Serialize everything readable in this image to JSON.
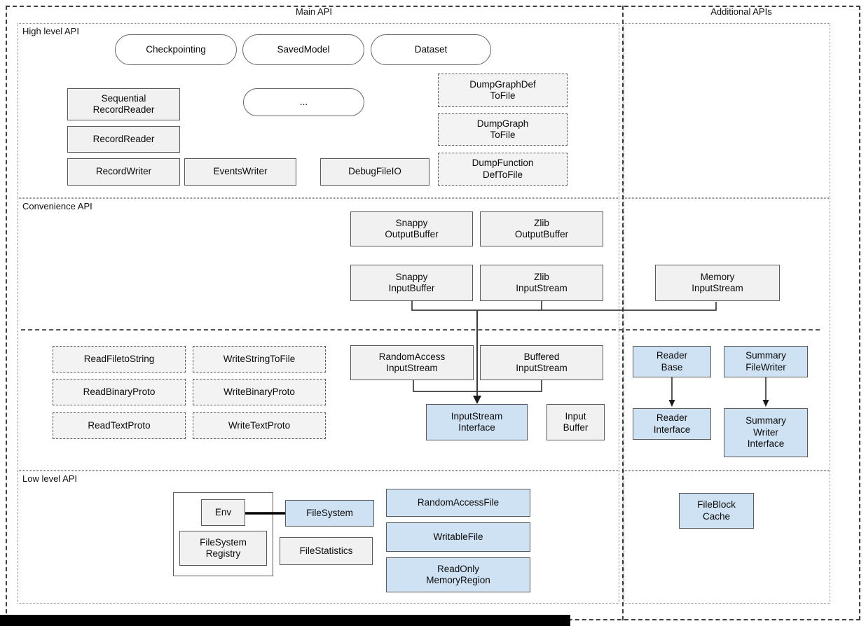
{
  "headers": {
    "main": "Main API",
    "additional": "Additional APIs"
  },
  "sections": {
    "high": "High level API",
    "convenience": "Convenience API",
    "low": "Low level API"
  },
  "colors": {
    "gray_box_fill": "#f1f1f1",
    "blue_box_fill": "#cfe2f3",
    "box_border": "#595959",
    "connector": "#3c3c3c"
  },
  "nodes": {
    "checkpointing": "Checkpointing",
    "saved_model": "SavedModel",
    "dataset": "Dataset",
    "ellipsis": "...",
    "sequential_record_reader": "Sequential\nRecordReader",
    "record_reader": "RecordReader",
    "record_writer": "RecordWriter",
    "events_writer": "EventsWriter",
    "debug_file_io": "DebugFileIO",
    "dump_graph_def_to_file": "DumpGraphDef\nToFile",
    "dump_graph_to_file": "DumpGraph\nToFile",
    "dump_function_def_to_file": "DumpFunction\nDefToFile",
    "snappy_output_buffer": "Snappy\nOutputBuffer",
    "zlib_output_buffer": "Zlib\nOutputBuffer",
    "snappy_input_buffer": "Snappy\nInputBuffer",
    "zlib_input_stream": "Zlib\nInputStream",
    "memory_input_stream": "Memory\nInputStream",
    "read_file_to_string": "ReadFiletoString",
    "write_string_to_file": "WriteStringToFile",
    "read_binary_proto": "ReadBinaryProto",
    "write_binary_proto": "WriteBinaryProto",
    "read_text_proto": "ReadTextProto",
    "write_text_proto": "WriteTextProto",
    "random_access_input_stream": "RandomAccess\nInputStream",
    "buffered_input_stream": "Buffered\nInputStream",
    "input_stream_interface": "InputStream\nInterface",
    "input_buffer": "Input\nBuffer",
    "reader_base": "Reader\nBase",
    "summary_file_writer": "Summary\nFileWriter",
    "reader_interface": "Reader\nInterface",
    "summary_writer_interface": "Summary\nWriter\nInterface",
    "env": "Env",
    "file_system": "FileSystem",
    "file_system_registry": "FileSystem\nRegistry",
    "file_statistics": "FileStatistics",
    "random_access_file": "RandomAccessFile",
    "writable_file": "WritableFile",
    "read_only_memory_region": "ReadOnly\nMemoryRegion",
    "file_block_cache": "FileBlock\nCache"
  }
}
